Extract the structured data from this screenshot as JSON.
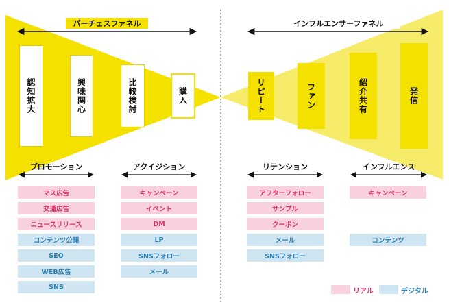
{
  "colors": {
    "funnel_yellow": "#f5e100",
    "influencer_yellow": "#f7ec6a",
    "real_fill": "#f9d1dc",
    "real_text": "#d6336c",
    "digital_fill": "#cfe6f2",
    "digital_text": "#2b7fb4"
  },
  "purchase_funnel": {
    "title": "パーチェスファネル",
    "stages": [
      "認知拡大",
      "興味関心",
      "比較検討",
      "購入"
    ]
  },
  "influencer_funnel": {
    "title": "インフルエンサーファネル",
    "stages": [
      "リピート",
      "ファン",
      "紹介共有",
      "発信"
    ]
  },
  "sections": {
    "promotion": {
      "label": "プロモーション",
      "items": [
        {
          "text": "マス広告",
          "kind": "real"
        },
        {
          "text": "交通広告",
          "kind": "real"
        },
        {
          "text": "ニュースリリース",
          "kind": "real"
        },
        {
          "text": "コンテンツ公開",
          "kind": "digital"
        },
        {
          "text": "SEO",
          "kind": "digital"
        },
        {
          "text": "WEB広告",
          "kind": "digital"
        },
        {
          "text": "SNS",
          "kind": "digital"
        }
      ]
    },
    "acquisition": {
      "label": "アクイジション",
      "items": [
        {
          "text": "キャンペーン",
          "kind": "real"
        },
        {
          "text": "イベント",
          "kind": "real"
        },
        {
          "text": "DM",
          "kind": "real"
        },
        {
          "text": "LP",
          "kind": "digital"
        },
        {
          "text": "SNSフォロー",
          "kind": "digital"
        },
        {
          "text": "メール",
          "kind": "digital"
        }
      ]
    },
    "retention": {
      "label": "リテンション",
      "items": [
        {
          "text": "アフターフォロー",
          "kind": "real"
        },
        {
          "text": "サンプル",
          "kind": "real"
        },
        {
          "text": "クーポン",
          "kind": "real"
        },
        {
          "text": "メール",
          "kind": "digital"
        },
        {
          "text": "SNSフォロー",
          "kind": "digital"
        }
      ]
    },
    "influence": {
      "label": "インフルエンス",
      "items": [
        {
          "text": "キャンペーン",
          "kind": "real"
        },
        {
          "text": "コンテンツ",
          "kind": "digital"
        }
      ]
    }
  },
  "legend": {
    "real_label": "リアル",
    "digital_label": "デジタル"
  }
}
